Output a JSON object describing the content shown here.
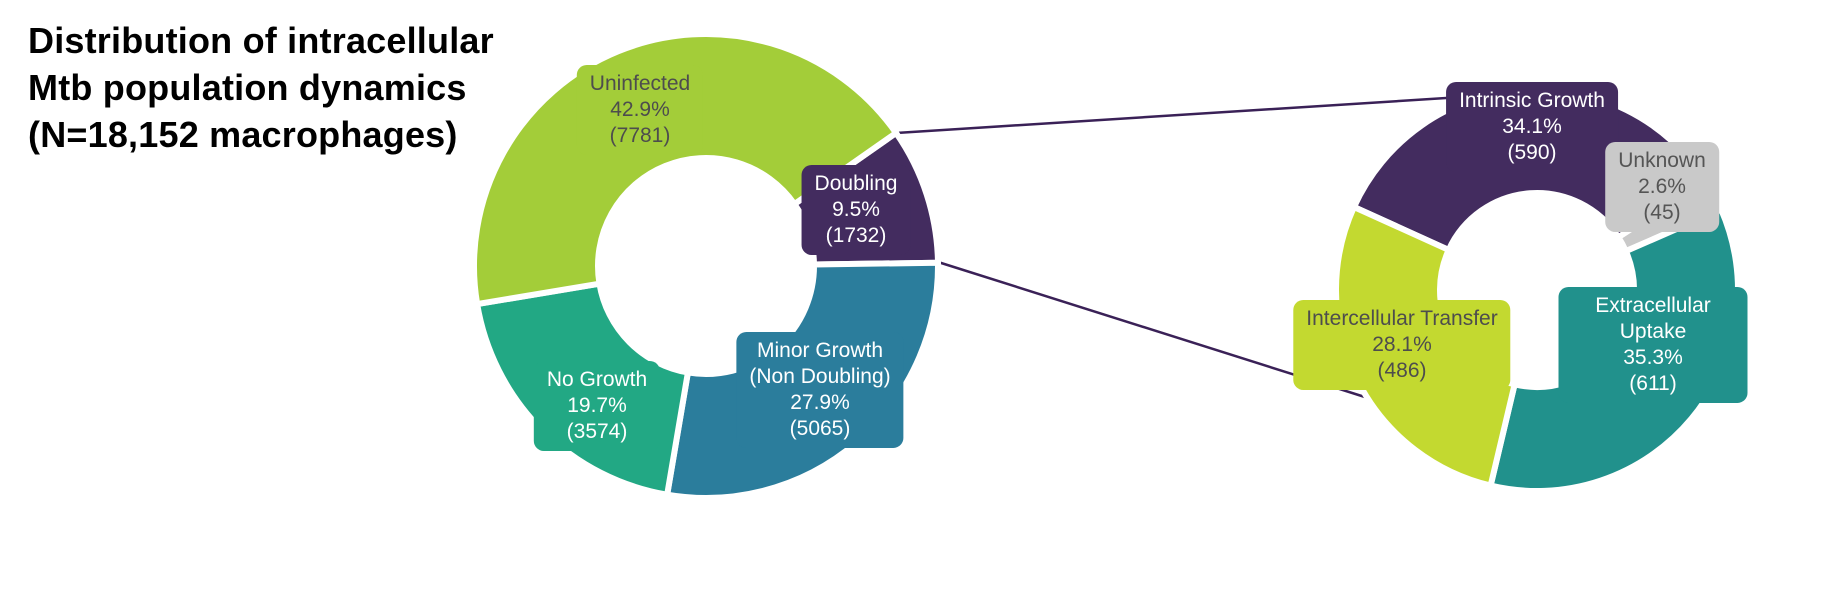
{
  "title": "Distribution of intracellular\nMtb population dynamics\n(N=18,152 macrophages)",
  "connector_color": "#3a2157",
  "chart_data": [
    {
      "type": "pie",
      "donut": true,
      "name": "mtb-population-donut",
      "title": "Distribution of intracellular Mtb population dynamics (N=18,152 macrophages)",
      "slices": [
        {
          "label": "Uninfected",
          "percent": 42.9,
          "count": 7781,
          "color": "#a3cd39",
          "text_color": "#4d4d4d"
        },
        {
          "label": "Doubling",
          "percent": 9.5,
          "count": 1732,
          "color": "#432c5f",
          "text_color": "#ffffff"
        },
        {
          "label": "Minor Growth\n(Non Doubling)",
          "percent": 27.9,
          "count": 5065,
          "color": "#2b7d9c",
          "text_color": "#ffffff"
        },
        {
          "label": "No Growth",
          "percent": 19.7,
          "count": 3574,
          "color": "#22a884",
          "text_color": "#ffffff"
        }
      ]
    },
    {
      "type": "pie",
      "donut": true,
      "name": "doubling-breakdown-donut",
      "parent_slice": "Doubling",
      "slices": [
        {
          "label": "Intrinsic Growth",
          "percent": 34.1,
          "count": 590,
          "color": "#432c5f",
          "text_color": "#ffffff"
        },
        {
          "label": "Unknown",
          "percent": 2.6,
          "count": 45,
          "color": "#c9c9c9",
          "text_color": "#555555"
        },
        {
          "label": "Extracellular Uptake",
          "percent": 35.3,
          "count": 611,
          "color": "#21918c",
          "text_color": "#ffffff"
        },
        {
          "label": "Intercellular Transfer",
          "percent": 28.1,
          "count": 486,
          "color": "#c3d930",
          "text_color": "#4d4d4d"
        }
      ]
    }
  ]
}
